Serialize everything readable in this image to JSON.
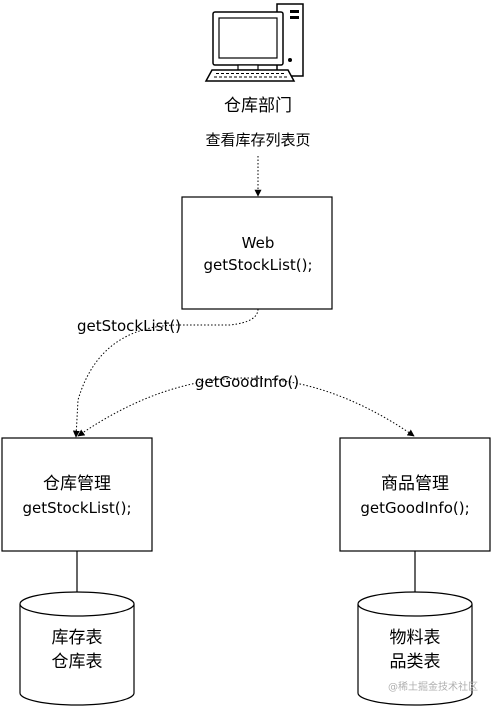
{
  "title_label": "仓库部门",
  "user_action": "查看库存列表页",
  "web_box": {
    "line1": "Web",
    "line2": "getStockList();"
  },
  "call_stock": "getStockList()",
  "call_good": "getGoodInfo()",
  "warehouse_box": {
    "line1": "仓库管理",
    "line2": "getStockList();"
  },
  "goods_box": {
    "line1": "商品管理",
    "line2": "getGoodInfo();"
  },
  "db_left": {
    "line1": "库存表",
    "line2": "仓库表"
  },
  "db_right": {
    "line1": "物料表",
    "line2": "品类表"
  },
  "watermark": "@稀土掘金技术社区",
  "icons": [
    "computer-icon"
  ]
}
